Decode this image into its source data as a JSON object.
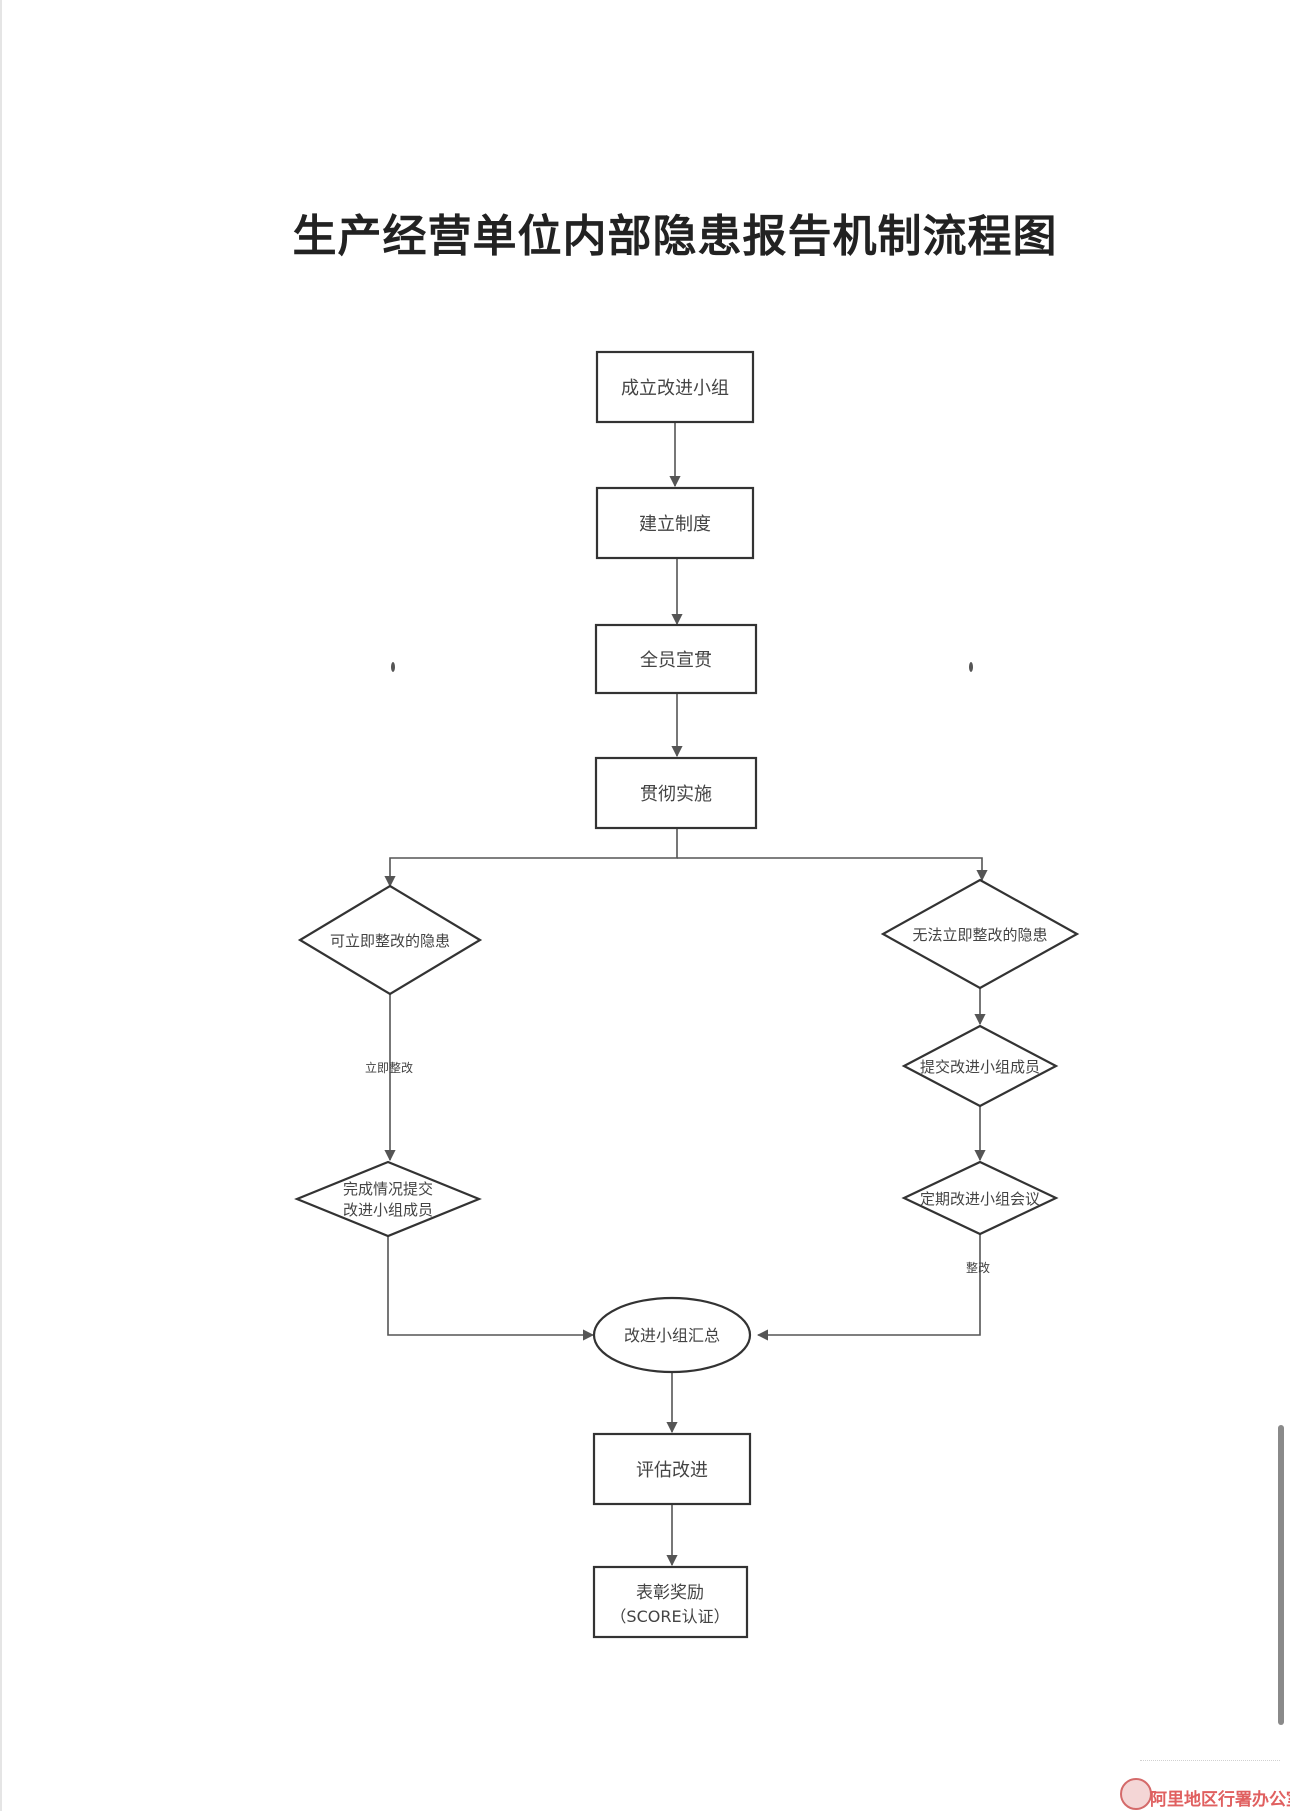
{
  "title": "生产经营单位内部隐患报告机制流程图",
  "nodes": {
    "establish_group": "成立改进小组",
    "build_system": "建立制度",
    "promote": "全员宣贯",
    "implement": "贯彻实施",
    "immediate_hazard": "可立即整改的隐患",
    "non_immediate_hazard": "无法立即整改的隐患",
    "submit_members": "提交改进小组成员",
    "complete_submit_line1": "完成情况提交",
    "complete_submit_line2": "改进小组成员",
    "regular_meeting": "定期改进小组会议",
    "group_summary": "改进小组汇总",
    "evaluate": "评估改进",
    "reward_line1": "表彰奖励",
    "reward_line2": "（SCORE认证）"
  },
  "edge_labels": {
    "rectify_now": "立即整改",
    "rectify": "整改"
  },
  "footer": {
    "brand": "阿里地区行署办公室"
  },
  "colors": {
    "brand": "#e06060",
    "line": "#555555",
    "shape_border": "#333333"
  }
}
